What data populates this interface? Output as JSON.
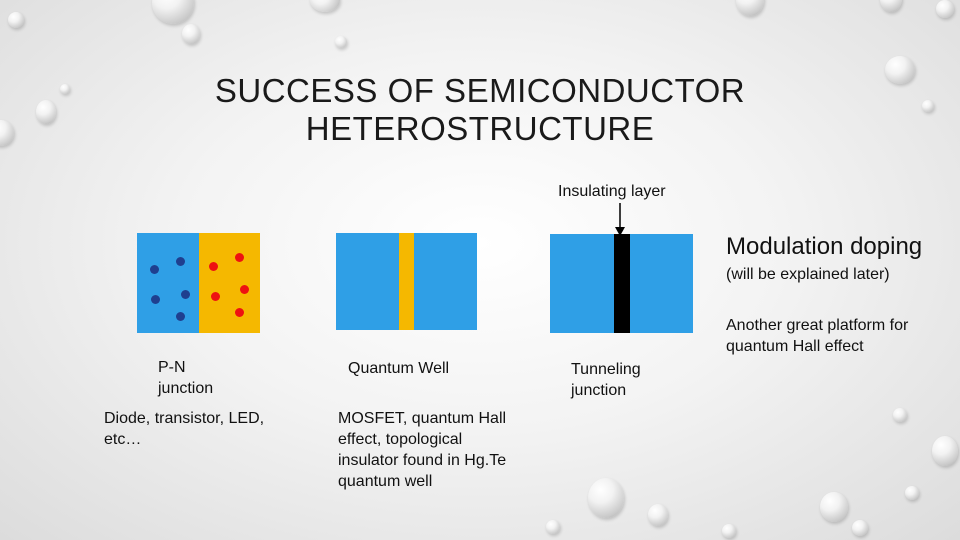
{
  "title": "SUCCESS OF SEMICONDUCTOR HETEROSTRUCTURE",
  "insulating_label": "Insulating layer",
  "pn": {
    "label": "P-N\njunction",
    "applications": "Diode, transistor, LED,\netc…"
  },
  "qw": {
    "label": "Quantum Well",
    "applications": "MOSFET, quantum Hall\neffect, topological\ninsulator found in Hg.Te\nquantum well"
  },
  "tj": {
    "label": "Tunneling\njunction"
  },
  "modulation": {
    "heading": "Modulation doping",
    "note": "(will be explained later)",
    "description": "Another great platform for\nquantum Hall effect"
  },
  "colors": {
    "semiconductor": "#2f9fe6",
    "quantum_well": "#f5b800",
    "insulator": "#000000",
    "n_carrier": "#1f3f8f",
    "p_carrier": "#ee1111"
  }
}
